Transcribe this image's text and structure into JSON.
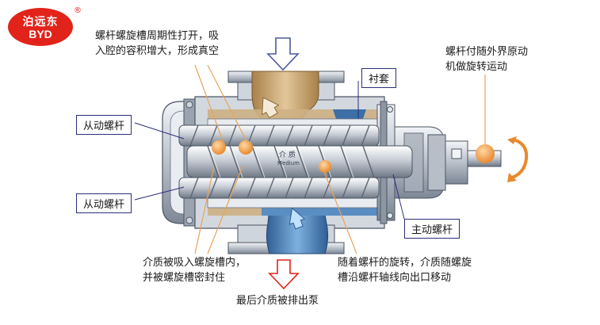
{
  "brand": {
    "name_cn": "泊远东",
    "name_en": "BYD",
    "registered": "®"
  },
  "labels": {
    "top_left_line1": "螺杆螺旋槽周期性打开，吸",
    "top_left_line2": "入腔的容积增大，形成真空",
    "driven_screw_top": "从动螺杆",
    "driven_screw_bottom": "从动螺杆",
    "bushing": "衬套",
    "driving_screw": "主动螺杆",
    "top_right_line1": "螺杆付随外界原动",
    "top_right_line2": "机做旋转运动",
    "bottom_left_line1": "介质被吸入螺旋槽内，",
    "bottom_left_line2": "并被螺旋槽密封住",
    "bottom_right_line1": "随着螺杆的旋转，介质随螺旋",
    "bottom_right_line2": "槽沿螺杆轴线向出口移动",
    "bottom_center": "最后介质被排出泵",
    "medium_cn": "介 质",
    "medium_en": "Medium"
  },
  "colors": {
    "inlet_medium": "#c9a36a",
    "outlet_medium": "#4f86bd",
    "body_metal": "#c9ced6",
    "leader_lines": "#e7a45c",
    "arrows": "#4a5a9c",
    "outlet_arrow": "#e2231a",
    "medium_dots": "#f0a043"
  }
}
